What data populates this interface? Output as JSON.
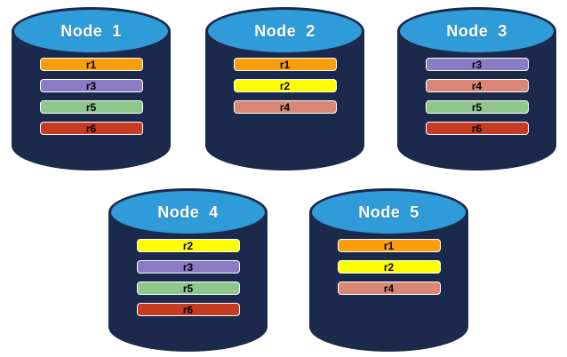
{
  "colors": {
    "background": "#FFFFFF",
    "cylinder_body": "#1B2A4C",
    "cylinder_top": "#2F9CD9",
    "cylinder_border": "#1B2A4C",
    "title_text": "#FFFFFF",
    "bar_text": "#000000",
    "bar_border": "#FFFFFF",
    "replicas": {
      "r1": "#FA9E0B",
      "r2": "#FFFF00",
      "r3": "#8A7CC4",
      "r4": "#D98677",
      "r5": "#8FC68B",
      "r6": "#C63B22"
    }
  },
  "nodes": [
    {
      "label": "Node  1",
      "replicas": [
        "r1",
        "r3",
        "r5",
        "r6"
      ]
    },
    {
      "label": "Node  2",
      "replicas": [
        "r1",
        "r2",
        "r4"
      ]
    },
    {
      "label": "Node  3",
      "replicas": [
        "r3",
        "r4",
        "r5",
        "r6"
      ]
    },
    {
      "label": "Node  4",
      "replicas": [
        "r2",
        "r3",
        "r5",
        "r6"
      ]
    },
    {
      "label": "Node  5",
      "replicas": [
        "r1",
        "r2",
        "r4"
      ]
    }
  ]
}
